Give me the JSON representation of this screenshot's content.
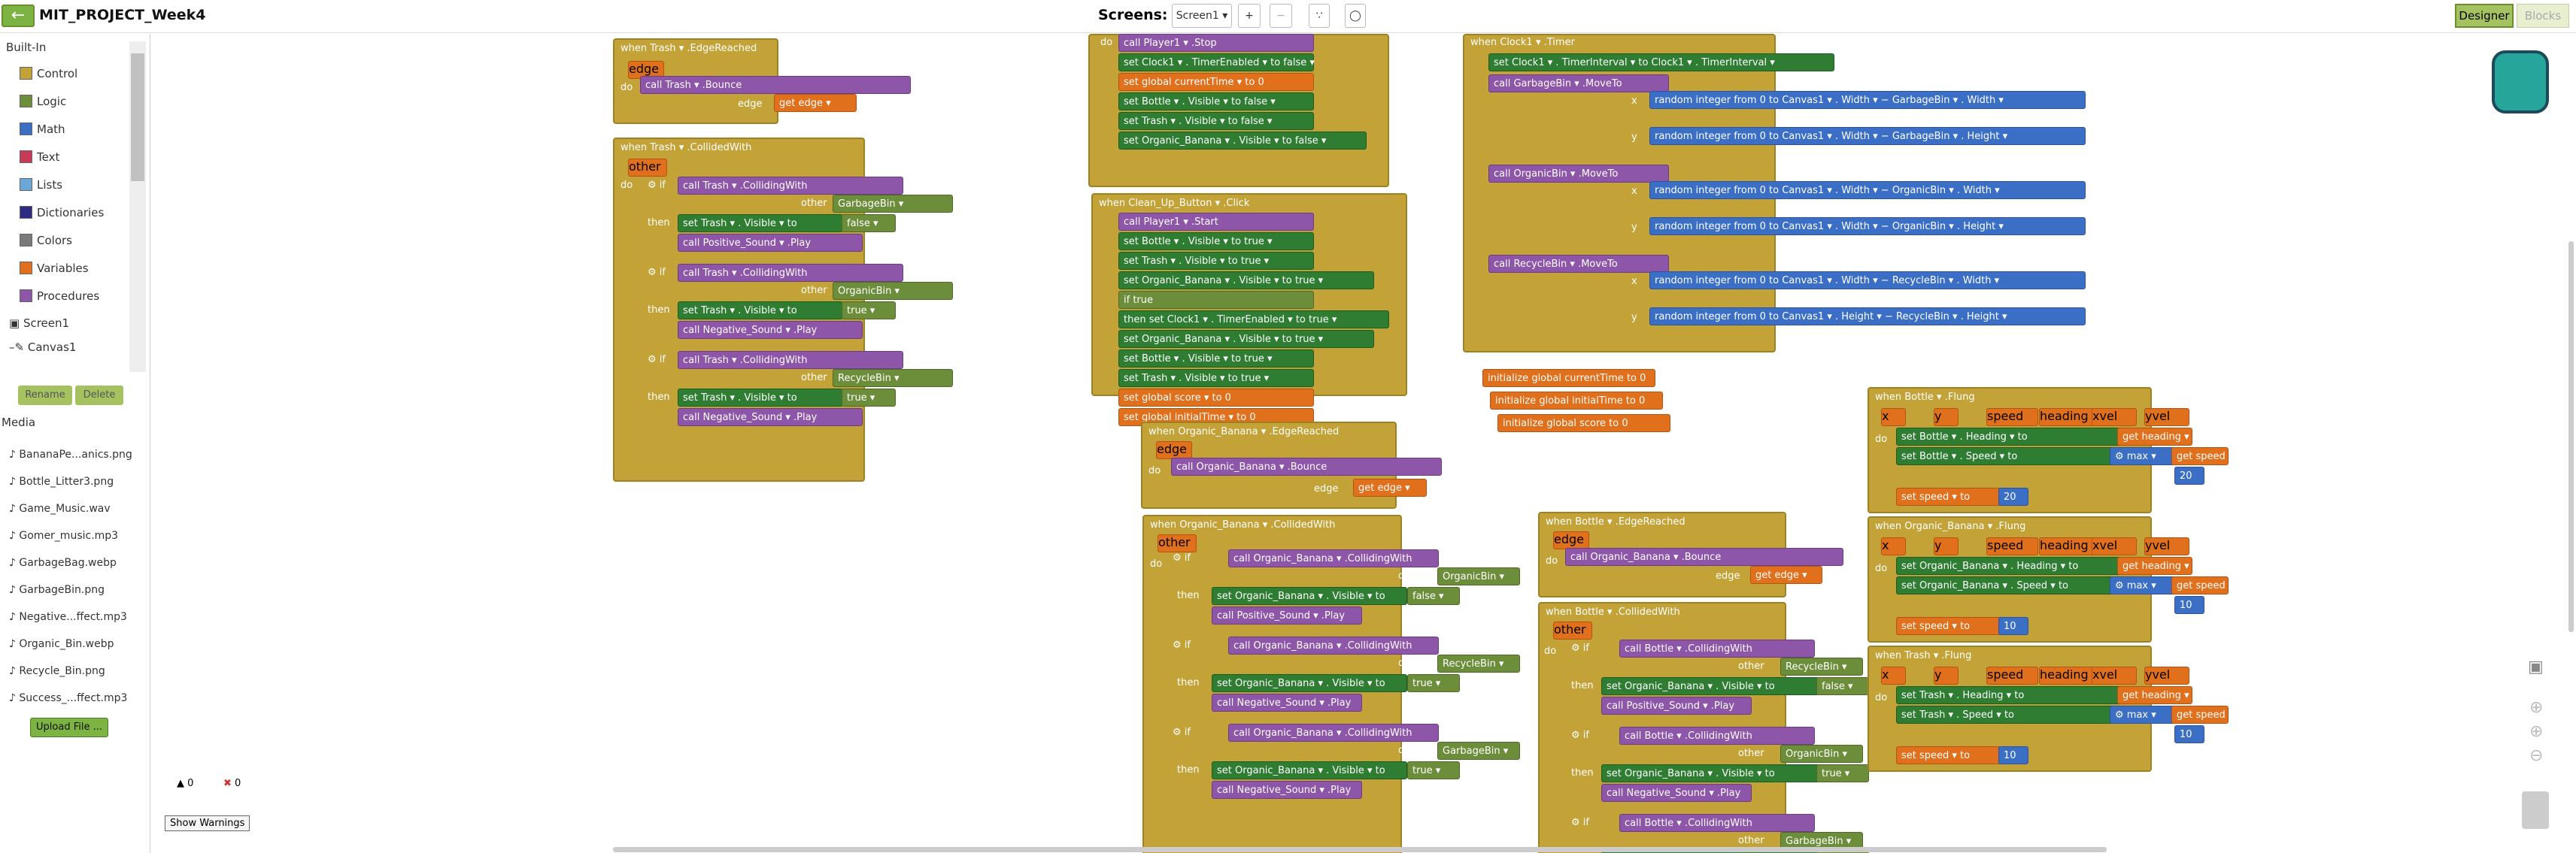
{
  "header": {
    "back_icon": "back-arrow-icon",
    "project_title": "MIT_PROJECT_Week4",
    "screens_label": "Screens:",
    "screen_select": "Screen1 ▾",
    "add_label": "+",
    "remove_label": "−",
    "designer_label": "Designer",
    "blocks_label": "Blocks"
  },
  "palette": {
    "builtin_label": "Built-In",
    "items": [
      {
        "label": "Control",
        "color": "#c3a338"
      },
      {
        "label": "Logic",
        "color": "#6c8d3a"
      },
      {
        "label": "Math",
        "color": "#3b6fc6"
      },
      {
        "label": "Text",
        "color": "#c73a58"
      },
      {
        "label": "Lists",
        "color": "#6ba7d9"
      },
      {
        "label": "Dictionaries",
        "color": "#2d2b82"
      },
      {
        "label": "Colors",
        "color": "#7a7a7a"
      },
      {
        "label": "Variables",
        "color": "#e0701c"
      },
      {
        "label": "Procedures",
        "color": "#8e56a8"
      }
    ],
    "tree": [
      "Screen1",
      "Canvas1"
    ],
    "rename_label": "Rename",
    "delete_label": "Delete"
  },
  "media": {
    "label": "Media",
    "files": [
      "BananaPe...anics.png",
      "Bottle_Litter3.png",
      "Game_Music.wav",
      "Gomer_music.mp3",
      "GarbageBag.webp",
      "GarbageBin.png",
      "Negative...ffect.mp3",
      "Organic_Bin.webp",
      "Recycle_Bin.png",
      "Success_...ffect.mp3"
    ],
    "upload_label": "Upload File ..."
  },
  "warnings": {
    "warn_count": "0",
    "error_count": "0",
    "show_label": "Show Warnings"
  },
  "blocks": {
    "trash_edge": {
      "event": "when Trash ▾ .EdgeReached",
      "param": "edge",
      "call": "call Trash ▾ .Bounce",
      "arg": "edge",
      "get": "get edge ▾"
    },
    "trash_collided": {
      "event": "when Trash ▾ .CollidedWith",
      "param": "other",
      "rows": [
        {
          "target": "GarbageBin",
          "visible": "false",
          "sound": "Positive_Sound"
        },
        {
          "target": "OrganicBin",
          "visible": "true",
          "sound": "Negative_Sound"
        },
        {
          "target": "RecycleBin",
          "visible": "true",
          "sound": "Negative_Sound"
        }
      ]
    },
    "player_stop": {
      "lines": [
        "call Player1 ▾ .Stop",
        "set Clock1 ▾ . TimerEnabled ▾ to  false ▾",
        "set global currentTime ▾ to  0",
        "set Bottle ▾ . Visible ▾ to  false ▾",
        "set Trash ▾ . Visible ▾ to  false ▾",
        "set Organic_Banana ▾ . Visible ▾ to  false ▾"
      ]
    },
    "cleanup": {
      "event": "when Clean_Up_Button ▾ .Click",
      "lines": [
        "call Player1 ▾ .Start",
        "set Bottle ▾ . Visible ▾ to  true ▾",
        "set Trash ▾ . Visible ▾ to  true ▾",
        "set Organic_Banana ▾ . Visible ▾ to  true ▾",
        "if  true",
        "then set Clock1 ▾ . TimerEnabled ▾ to  true ▾",
        "set Organic_Banana ▾ . Visible ▾ to  true ▾",
        "set Bottle ▾ . Visible ▾ to  true ▾",
        "set Trash ▾ . Visible ▾ to  true ▾",
        "set global score ▾ to  0",
        "set global initialTime ▾ to  0"
      ]
    },
    "timer": {
      "event": "when Clock1 ▾ .Timer",
      "set": "set Clock1 ▾ . TimerInterval ▾ to  Clock1 ▾ . TimerInterval ▾",
      "moves": [
        {
          "call": "call GarbageBin ▾ .MoveTo",
          "x": "random integer from  0  to  Canvas1 ▾ . Width ▾  −  GarbageBin ▾ . Width ▾",
          "y": "random integer from  0  to  Canvas1 ▾ . Width ▾  −  GarbageBin ▾ . Height ▾"
        },
        {
          "call": "call OrganicBin ▾ .MoveTo",
          "x": "random integer from  0  to  Canvas1 ▾ . Width ▾  −  OrganicBin ▾ . Width ▾",
          "y": "random integer from  0  to  Canvas1 ▾ . Width ▾  −  OrganicBin ▾ . Height ▾"
        },
        {
          "call": "call RecycleBin ▾ .MoveTo",
          "x": "random integer from  0  to  Canvas1 ▾ . Width ▾  −  RecycleBin ▾ . Width ▾",
          "y": "random integer from  0  to  Canvas1 ▾ . Height ▾  −  RecycleBin ▾ . Height ▾"
        }
      ]
    },
    "globals": [
      "initialize global  currentTime  to  0",
      "initialize global  initialTime  to  0",
      "initialize global  score  to  0"
    ],
    "banana_edge": {
      "event": "when Organic_Banana ▾ .EdgeReached",
      "param": "edge",
      "call": "call Organic_Banana ▾ .Bounce",
      "arg": "edge",
      "get": "get edge ▾"
    },
    "banana_collided": {
      "event": "when Organic_Banana ▾ .CollidedWith",
      "param": "other",
      "rows": [
        {
          "target": "OrganicBin",
          "visible": "false",
          "sound": "Positive_Sound"
        },
        {
          "target": "RecycleBin",
          "visible": "true",
          "sound": "Negative_Sound"
        },
        {
          "target": "GarbageBin",
          "visible": "true",
          "sound": "Negative_Sound"
        }
      ]
    },
    "bottle_edge": {
      "event": "when Bottle ▾ .EdgeReached",
      "param": "edge",
      "call": "call Organic_Banana ▾ .Bounce",
      "arg": "edge",
      "get": "get edge ▾"
    },
    "bottle_collided": {
      "event": "when Bottle ▾ .CollidedWith",
      "param": "other",
      "rows": [
        {
          "target": "RecycleBin",
          "visible": "false",
          "sound": "Positive_Sound"
        },
        {
          "target": "OrganicBin",
          "visible": "true",
          "sound": "Negative_Sound"
        },
        {
          "target": "GarbageBin",
          "visible": "true",
          "sound": ""
        }
      ]
    },
    "flings": [
      {
        "event": "when Bottle ▾ .Flung",
        "params": [
          "x",
          "y",
          "speed",
          "heading",
          "xvel",
          "yvel"
        ],
        "obj": "Bottle",
        "maxval": "20",
        "speed": "20"
      },
      {
        "event": "when Organic_Banana ▾ .Flung",
        "params": [
          "x",
          "y",
          "speed",
          "heading",
          "xvel",
          "yvel"
        ],
        "obj": "Organic_Banana",
        "maxval": "10",
        "speed": "10"
      },
      {
        "event": "when Trash ▾ .Flung",
        "params": [
          "x",
          "y",
          "speed",
          "heading",
          "xvel",
          "yvel"
        ],
        "obj": "Trash",
        "maxval": "10",
        "speed": "10"
      }
    ]
  }
}
